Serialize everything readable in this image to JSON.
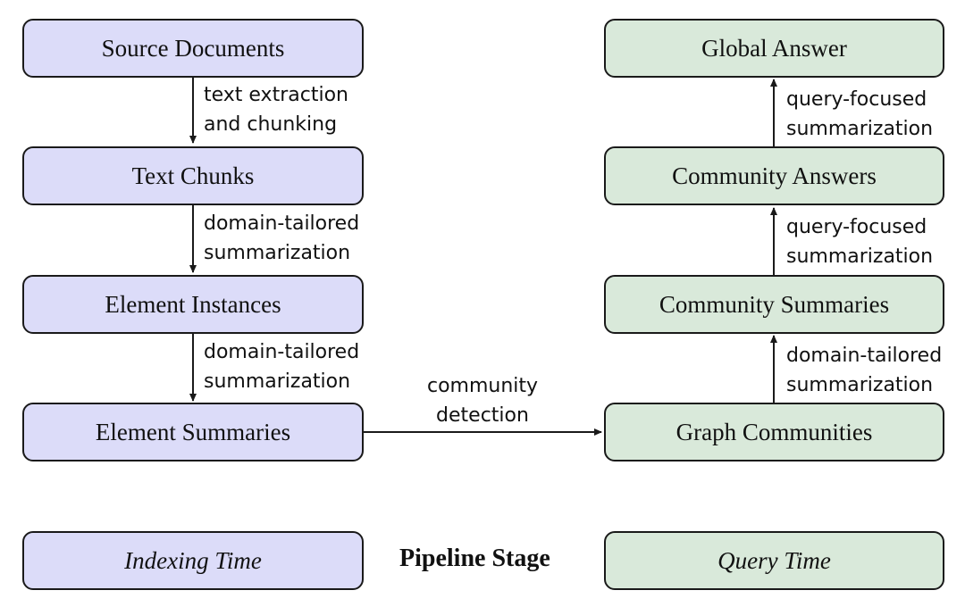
{
  "indexing_nodes": {
    "source_documents": "Source Documents",
    "text_chunks": "Text Chunks",
    "element_instances": "Element Instances",
    "element_summaries": "Element Summaries"
  },
  "query_nodes": {
    "global_answer": "Global Answer",
    "community_answers": "Community Answers",
    "community_summaries": "Community Summaries",
    "graph_communities": "Graph Communities"
  },
  "edges": {
    "docs_to_chunks": [
      "text extraction",
      "and chunking"
    ],
    "chunks_to_instances": [
      "domain-tailored",
      "summarization"
    ],
    "instances_to_summaries": [
      "domain-tailored",
      "summarization"
    ],
    "summaries_to_communities": [
      "community",
      "detection"
    ],
    "communities_to_community_summaries": [
      "domain-tailored",
      "summarization"
    ],
    "community_summaries_to_answers": [
      "query-focused",
      "summarization"
    ],
    "answers_to_global": [
      "query-focused",
      "summarization"
    ]
  },
  "legend": {
    "indexing_time": "Indexing Time",
    "title": "Pipeline Stage",
    "query_time": "Query Time"
  },
  "colors": {
    "indexing_fill": "#dcdcf9",
    "query_fill": "#d9e9da",
    "stroke": "#1a1a1a"
  }
}
